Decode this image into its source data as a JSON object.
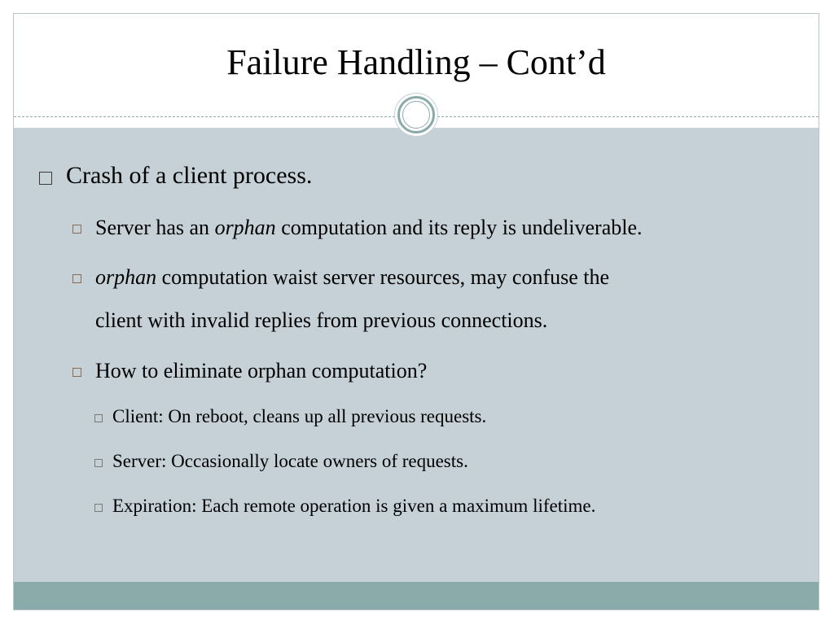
{
  "slide": {
    "title": "Failure Handling – Cont’d",
    "level1": {
      "text": "Crash of a client process."
    },
    "level2": [
      {
        "italic": "",
        "text_before": "Server has an ",
        "italic_mid": "orphan",
        "text_after": " computation and its reply is undeliverable."
      },
      {
        "italic_lead": "orphan",
        "line1": " computation waist server resources, may confuse the",
        "line2": "client with invalid replies from previous connections."
      },
      {
        "text": "How to eliminate orphan computation?"
      }
    ],
    "level3": [
      "Client: On reboot, cleans up all previous requests.",
      "Server: Occasionally locate owners of requests.",
      "Expiration: Each remote operation is given a maximum lifetime."
    ]
  },
  "colors": {
    "content_background": "#c5d1d7",
    "footer_band": "#8aabaa",
    "divider": "#8fa9ac"
  }
}
